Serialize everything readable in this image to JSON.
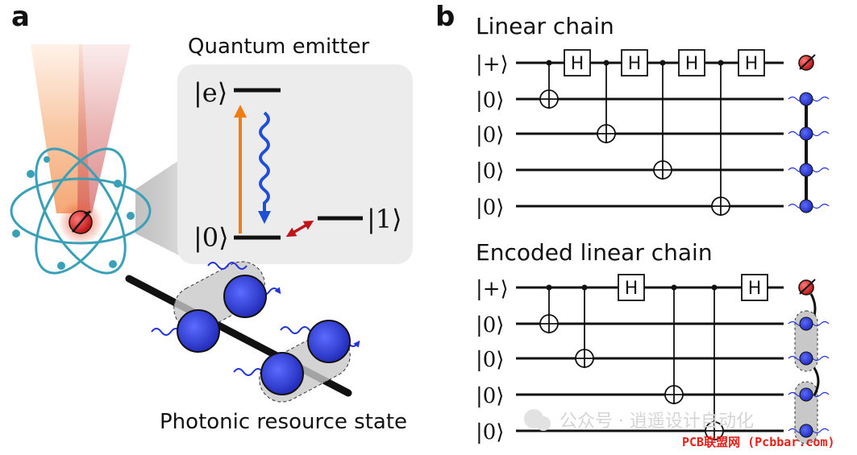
{
  "panel_a": {
    "letter": "a",
    "title": "Quantum emitter",
    "level_e": "|e⟩",
    "level_0": "|0⟩",
    "level_1": "|1⟩",
    "caption": "Photonic resource state"
  },
  "panel_b": {
    "letter": "b",
    "circuits": [
      {
        "title": "Linear chain",
        "inputs": [
          "|+⟩",
          "|0⟩",
          "|0⟩",
          "|0⟩",
          "|0⟩"
        ],
        "gate_label": "H"
      },
      {
        "title": "Encoded linear chain",
        "inputs": [
          "|+⟩",
          "|0⟩",
          "|0⟩",
          "|0⟩",
          "|0⟩"
        ],
        "gate_label": "H"
      }
    ]
  },
  "watermark": {
    "text": "公众号 · 逍遥设计自动化",
    "site": "PCB联盟网 (Pcbbar.com)"
  },
  "colors": {
    "pump": "#f07c12",
    "emission": "#1f4fd6",
    "transition": "#c0141b",
    "atom": "#3aa0b8",
    "photon": "#2233dd",
    "spin": "#dd1c1c"
  }
}
